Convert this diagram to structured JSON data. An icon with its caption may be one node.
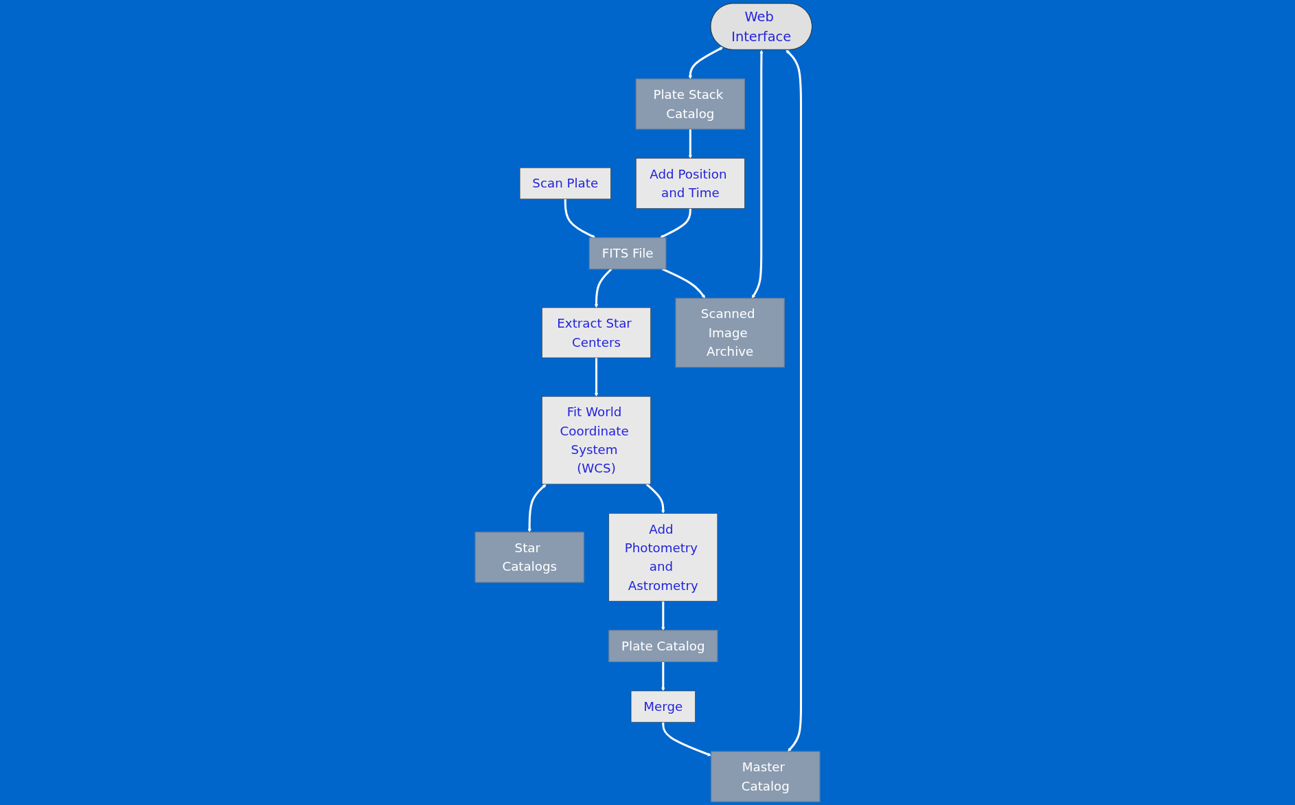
{
  "diagram": {
    "nodes": [
      {
        "text": [
          "Scan Plate"
        ]
      },
      {
        "text": [
          "FITS File"
        ]
      },
      {
        "text": [
          "Extract Star Centers"
        ]
      },
      {
        "text": [
          "Star Catalogs"
        ]
      },
      {
        "text": [
          "Scanned Image Archive"
        ]
      },
      {
        "text": [
          "Add Position and Time"
        ]
      },
      {
        "text": [
          "Fit World Coordinate System (WCS)"
        ]
      },
      {
        "text": [
          "Plate Stack Catalog"
        ]
      },
      {
        "text": [
          "Add Photometry and Astrometry"
        ]
      },
      {
        "text": [
          "Web Interface"
        ]
      },
      {
        "text": [
          "Master Catalog"
        ]
      },
      {
        "text": [
          "Merge"
        ]
      },
      {
        "text": [
          "Plate Catalog"
        ]
      }
    ],
    "edges": [
      {
        "from": 0,
        "to": 1,
        "arrow": "to"
      },
      {
        "from": 1,
        "to": 2,
        "arrow": "to"
      },
      {
        "from": 2,
        "to": 6,
        "arrow": "to"
      },
      {
        "from": 6,
        "to": 3,
        "arrow": "both"
      },
      {
        "from": 1,
        "to": 4,
        "arrow": "to"
      },
      {
        "from": 5,
        "to": 1,
        "arrow": "to"
      },
      {
        "from": 7,
        "to": 5,
        "arrow": "to"
      },
      {
        "from": 6,
        "to": 8,
        "arrow": "to"
      },
      {
        "from": 8,
        "to": 12,
        "arrow": "to"
      },
      {
        "from": 12,
        "to": 11,
        "arrow": "to"
      },
      {
        "from": 11,
        "to": 10,
        "arrow": "to"
      },
      {
        "from": 9,
        "to": 10,
        "arrow": "both"
      },
      {
        "from": 9,
        "to": 7,
        "arrow": "both"
      },
      {
        "from": 9,
        "to": 4,
        "arrow": "both"
      }
    ]
  }
}
